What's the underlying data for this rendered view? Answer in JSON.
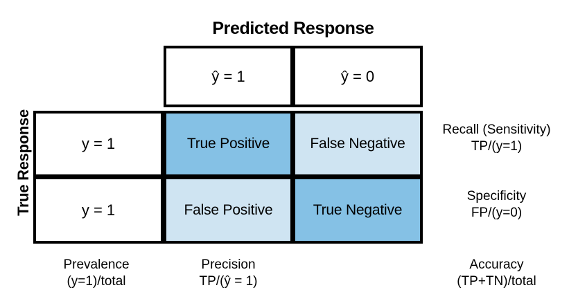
{
  "figure": {
    "title": "Predicted Response",
    "vertical_axis_label": "True Response"
  },
  "header": {
    "predicted_positive": "ŷ = 1",
    "predicted_negative": "ŷ = 0"
  },
  "row_labels": {
    "row_1": "y = 1",
    "row_2": "y = 1"
  },
  "matrix": {
    "true_positive": "True Positive",
    "false_negative": "False Negative",
    "false_positive": "False Positive",
    "true_negative": "True Negative"
  },
  "metrics": {
    "recall": {
      "name": "Recall (Sensitivity)",
      "formula": "TP/(y=1)"
    },
    "specificity": {
      "name": "Specificity",
      "formula": "FP/(y=0)"
    },
    "prevalence": {
      "name": "Prevalence",
      "formula": "(y=1)/total"
    },
    "precision": {
      "name": "Precision",
      "formula": "TP/(ŷ = 1)"
    },
    "accuracy": {
      "name": "Accuracy",
      "formula": "(TP+TN)/total"
    }
  },
  "colors": {
    "cell_diagonal": "#85c1e5",
    "cell_offdiagonal": "#cfe4f2",
    "border": "#000000",
    "background": "#ffffff",
    "text": "#000000"
  },
  "chart_data": {
    "type": "table",
    "title": "Predicted Response",
    "xlabel": "Predicted Response",
    "ylabel": "True Response",
    "columns": [
      "ŷ = 1",
      "ŷ = 0"
    ],
    "rows": [
      "y = 1",
      "y = 1"
    ],
    "cells": [
      [
        "True Positive",
        "False Negative"
      ],
      [
        "False Positive",
        "True Negative"
      ]
    ],
    "cell_colors": [
      [
        "#85c1e5",
        "#cfe4f2"
      ],
      [
        "#cfe4f2",
        "#85c1e5"
      ]
    ],
    "row_annotations": [
      "Recall (Sensitivity) TP/(y=1)",
      "Specificity FP/(y=0)"
    ],
    "column_annotations": [
      "Precision TP/(ŷ = 1)",
      ""
    ],
    "corner_annotations": {
      "bottom_left": "Prevalence (y=1)/total",
      "bottom_right": "Accuracy (TP+TN)/total"
    },
    "grid": true,
    "legend": "none"
  }
}
